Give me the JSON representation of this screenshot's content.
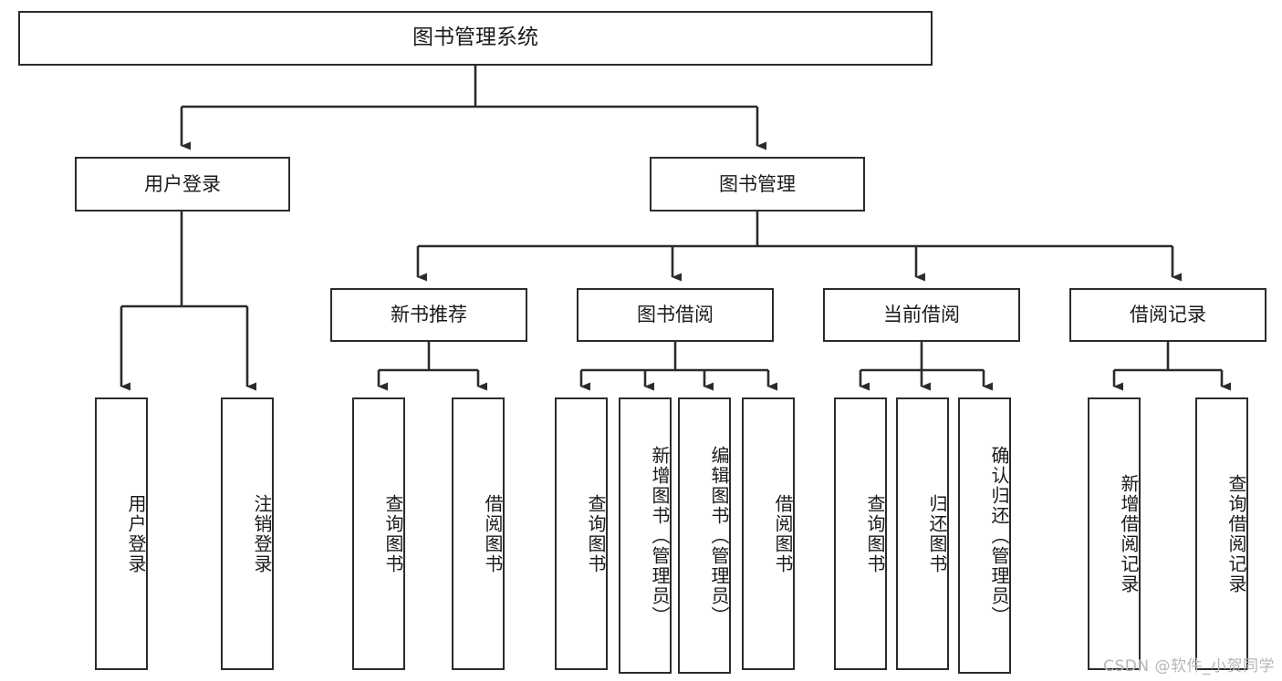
{
  "diagram": {
    "type": "tree-hierarchy-chart",
    "title": "图书管理系统",
    "orientation": "top-down",
    "edge_style": "orthogonal-arrow",
    "colors": {
      "background": "#ffffff",
      "box_border": "#2b2b2b",
      "box_fill": "#ffffff",
      "text": "#1a1a1a",
      "edge": "#2b2b2b",
      "watermark": "#b6b6b6"
    },
    "root": {
      "label": "图书管理系统"
    },
    "level2": [
      {
        "label": "用户登录"
      },
      {
        "label": "图书管理"
      }
    ],
    "level3": [
      {
        "label": "新书推荐"
      },
      {
        "label": "图书借阅"
      },
      {
        "label": "当前借阅"
      },
      {
        "label": "借阅记录"
      }
    ],
    "leaves": {
      "user_login": [
        {
          "label": "用户登录"
        },
        {
          "label": "注销登录"
        }
      ],
      "new_book_recommend": [
        {
          "label": "查询图书"
        },
        {
          "label": "借阅图书"
        }
      ],
      "book_borrow": [
        {
          "label": "查询图书"
        },
        {
          "label": "新增图书（管理员）"
        },
        {
          "label": "编辑图书（管理员）"
        },
        {
          "label": "借阅图书"
        }
      ],
      "current_borrow": [
        {
          "label": "查询图书"
        },
        {
          "label": "归还图书"
        },
        {
          "label": "确认归还（管理员）"
        }
      ],
      "borrow_record": [
        {
          "label": "新增借阅记录"
        },
        {
          "label": "查询借阅记录"
        }
      ]
    },
    "watermark": "CSDN @软件_小贺同学"
  }
}
